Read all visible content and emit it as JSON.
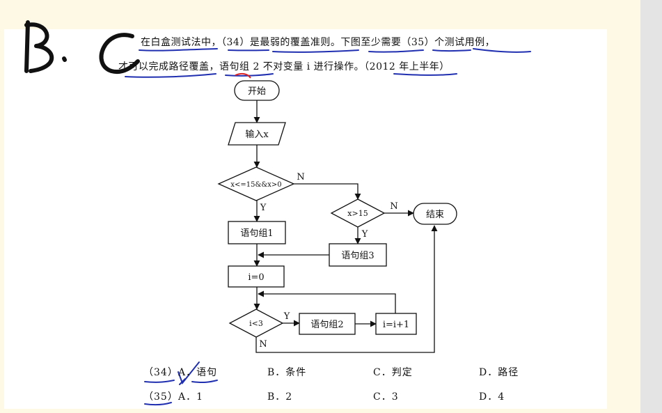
{
  "handwritten_answer": "B. C",
  "question": {
    "line1": "在白盒测试法中，（34）是最弱的覆盖准则。下图至少需要（35）个测试用例，",
    "line2": "才可以完成路径覆盖，语句组 2 不对变量 i 进行操作。（2012 年上半年）"
  },
  "flowchart": {
    "start": "开始",
    "input": "输入x",
    "cond1": "x<=15&&x>0",
    "cond1_no": "N",
    "cond1_yes": "Y",
    "cond2": "x>15",
    "cond2_no": "N",
    "cond2_yes": "Y",
    "end": "结束",
    "stmt1": "语句组1",
    "stmt3": "语句组3",
    "assign_i": "i=0",
    "cond3": "i<3",
    "cond3_yes": "Y",
    "cond3_no": "N",
    "stmt2": "语句组2",
    "increment": "i=i+1"
  },
  "options": {
    "q34": {
      "label": "（34）",
      "a": "A．语句",
      "b": "B．条件",
      "c": "C．判定",
      "d": "D．路径"
    },
    "q35": {
      "label": "（35）",
      "a": "A．1",
      "b": "B．2",
      "c": "C．3",
      "d": "D．4"
    }
  },
  "colors": {
    "annotation_ink": "#1f2fb0",
    "handwriting": "#111111",
    "red_mark": "#d22"
  }
}
